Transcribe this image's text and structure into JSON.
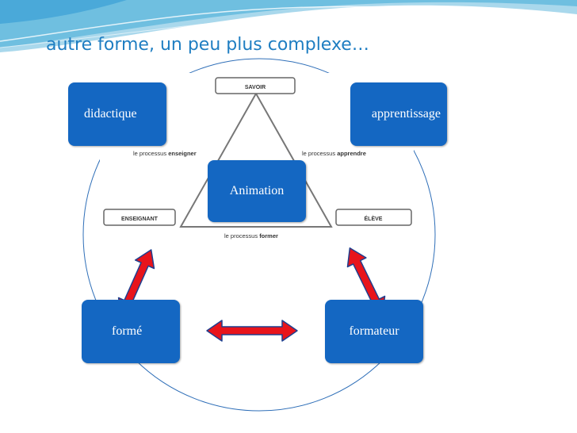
{
  "slide": {
    "title": "autre forme, un peu plus complexe…"
  },
  "diagram": {
    "boxes": {
      "top_left": "didactique",
      "top_right": "apprentissage",
      "center": "Animation",
      "bottom_left": "formé",
      "bottom_right": "formateur"
    },
    "triangle": {
      "apex": "SAVOIR",
      "left_vertex": "ENSEIGNANT",
      "right_vertex": "ÉLÈVE",
      "left_side_prefix": "le processus ",
      "left_side_bold": "enseigner",
      "right_side_prefix": "le processus ",
      "right_side_bold": "apprendre",
      "bottom_side_prefix": "le processus ",
      "bottom_side_bold": "former"
    },
    "colors": {
      "box_blue": "#1467c2",
      "arrow_red": "#e8141b",
      "title_blue": "#1f7ec2",
      "circle_blue": "#2f6fb8"
    }
  }
}
